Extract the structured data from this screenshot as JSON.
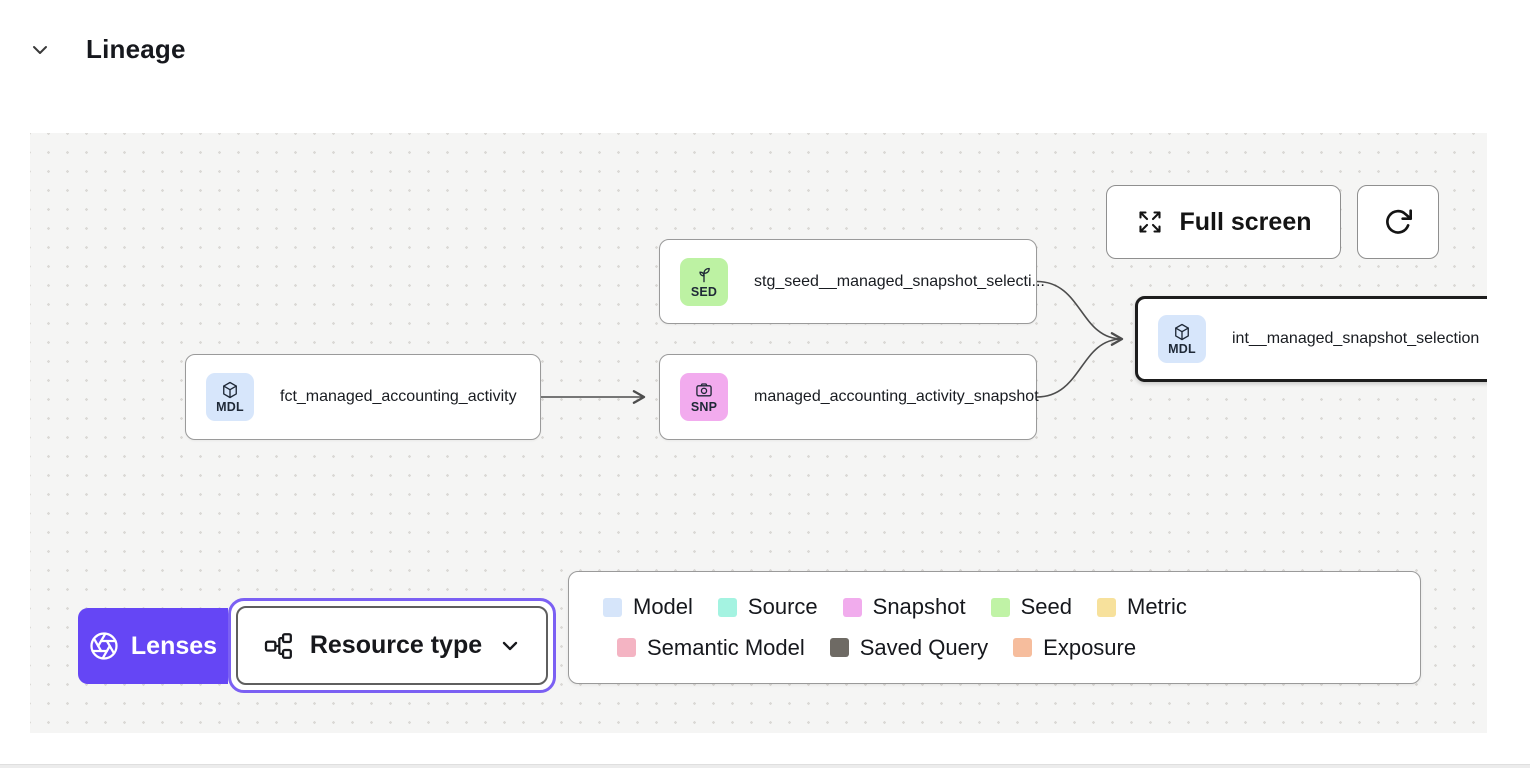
{
  "header": {
    "title": "Lineage"
  },
  "canvas": {
    "toolbar": {
      "full_screen_label": "Full screen"
    },
    "nodes": {
      "seed": {
        "badge": "SED",
        "label": "stg_seed__managed_snapshot_selecti...",
        "type": "seed"
      },
      "fct": {
        "badge": "MDL",
        "label": "fct_managed_accounting_activity",
        "type": "model"
      },
      "snapshot": {
        "badge": "SNP",
        "label": "managed_accounting_activity_snapshot",
        "type": "snapshot"
      },
      "int": {
        "badge": "MDL",
        "label": "int__managed_snapshot_selection",
        "type": "model",
        "selected": true
      }
    },
    "lenses": {
      "button_label": "Lenses",
      "selected_lens_label": "Resource type"
    },
    "legend": {
      "rows": [
        [
          {
            "label": "Model",
            "color": "#d6e5fa"
          },
          {
            "label": "Source",
            "color": "#a4f3e1"
          },
          {
            "label": "Snapshot",
            "color": "#f1aced"
          },
          {
            "label": "Seed",
            "color": "#c0f3a6"
          },
          {
            "label": "Metric",
            "color": "#f7e19c"
          }
        ],
        [
          {
            "label": "Semantic Model",
            "color": "#f4b4c3"
          },
          {
            "label": "Saved Query",
            "color": "#6e6a64"
          },
          {
            "label": "Exposure",
            "color": "#f6bd9d"
          }
        ]
      ]
    }
  },
  "colors": {
    "accent_purple": "#6546f5",
    "focus_ring": "#7b60f3",
    "canvas_background": "#f5f5f4",
    "model_badge": "#d7e6fb",
    "seed_badge": "#bdf2a3",
    "snapshot_badge": "#f2abee",
    "selected_node_border": "#1d1d1d",
    "edge": "#4d4d4d"
  }
}
